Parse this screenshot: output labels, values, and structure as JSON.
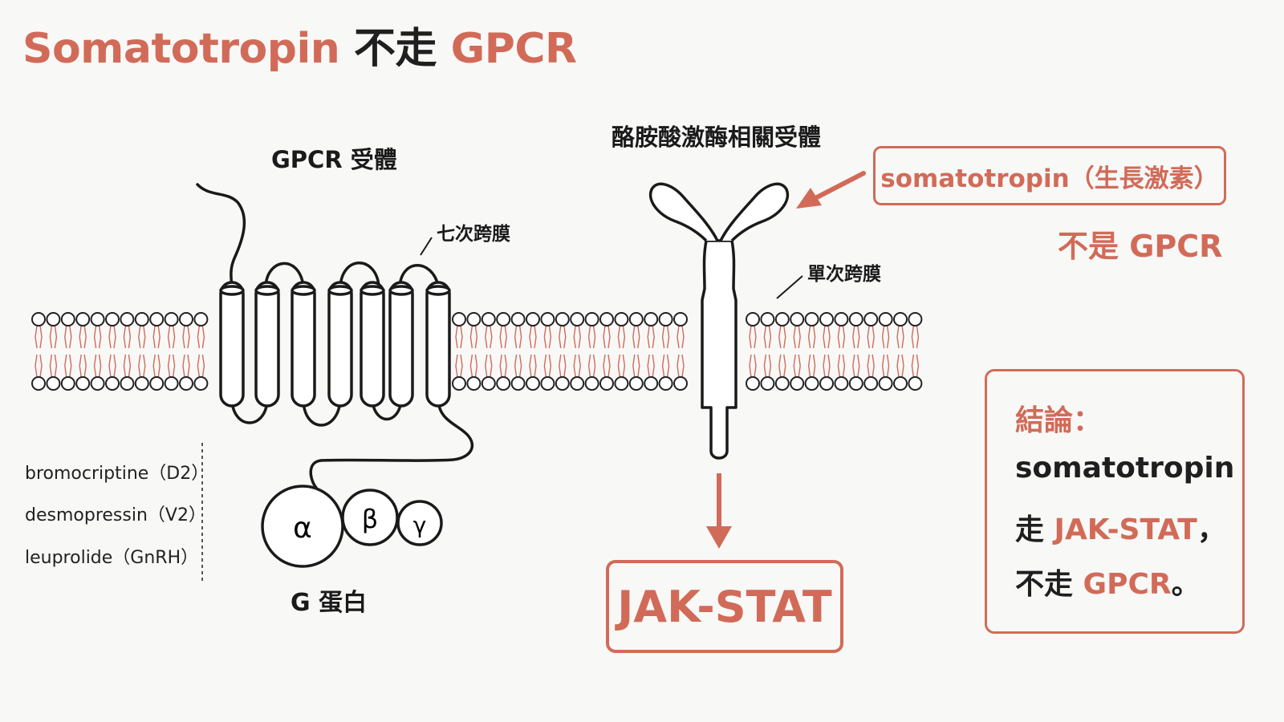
{
  "title": {
    "part1": "Somatotropin",
    "part2": "不走",
    "part3": "GPCR"
  },
  "gpcr": {
    "label": "GPCR 受體",
    "seven_tm_label": "七次跨膜",
    "gprotein_label": "G 蛋白",
    "subunits": {
      "alpha": "α",
      "beta": "β",
      "gamma": "γ"
    }
  },
  "rtk": {
    "label": "酪胺酸激酶相關受體",
    "single_tm_label": "單次跨膜"
  },
  "callout": {
    "box_text": "somatotropin（生長激素）",
    "not_gpcr": "不是 GPCR"
  },
  "pathway": {
    "label": "JAK-STAT"
  },
  "drugs": [
    "bromocriptine（D2）",
    "desmopressin（V2）",
    "leuprolide（GnRH）"
  ],
  "conclusion": {
    "heading": "結論：",
    "line1": "somatotropin",
    "line2_a": "走 ",
    "line2_b": "JAK-STAT",
    "line2_c": "，",
    "line3_a": "不走 ",
    "line3_b": "GPCR",
    "line3_c": "。"
  },
  "colors": {
    "accent": "#d16b58",
    "text": "#1f1f1f",
    "background": "#f8f8f7"
  }
}
